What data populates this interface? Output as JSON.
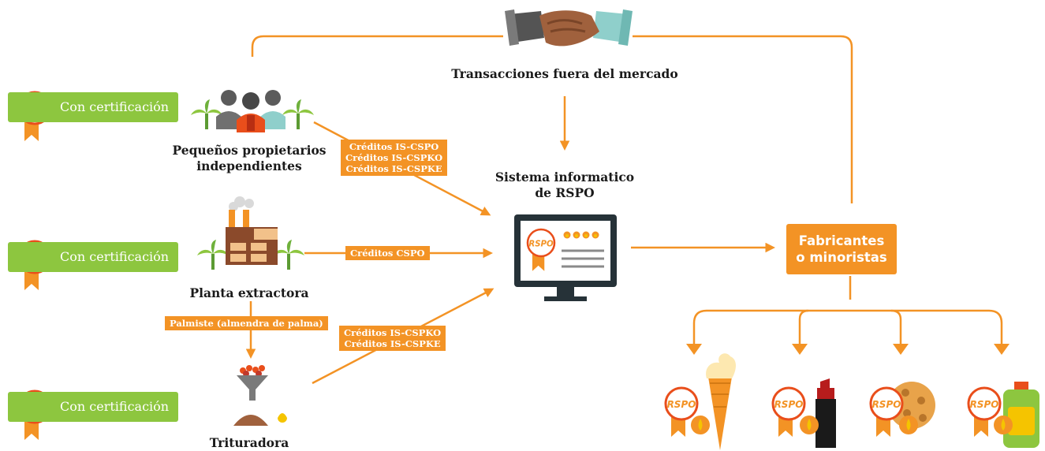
{
  "badge_text": "RSPO",
  "certification": {
    "label": "Con certificación",
    "color": "#8dc63f"
  },
  "nodes": {
    "smallholders": [
      "Pequeños propietarios",
      "independientes"
    ],
    "mill": "Planta extractora",
    "crusher": "Trituradora",
    "market": "Transacciones fuera del mercado",
    "system": [
      "Sistema informatico",
      "de RSPO"
    ],
    "manufacturers": [
      "Fabricantes",
      "o minoristas"
    ]
  },
  "tags": {
    "smallholder_credits": [
      "Créditos IS-CSPO",
      "Créditos IS-CSPKO",
      "Créditos IS-CSPKE"
    ],
    "mill_credits": "Créditos CSPO",
    "kernel": "Palmiste (almendra de palma)",
    "crusher_credits": [
      "Créditos IS-CSPKO",
      "Créditos IS-CSPKE"
    ]
  },
  "products": [
    "ice-cream-icon",
    "lipstick-icon",
    "cookie-icon",
    "detergent-icon"
  ],
  "colors": {
    "orange": "#f39325",
    "green": "#8dc63f",
    "badge_red": "#e94e1b",
    "monitor": "#263238"
  }
}
